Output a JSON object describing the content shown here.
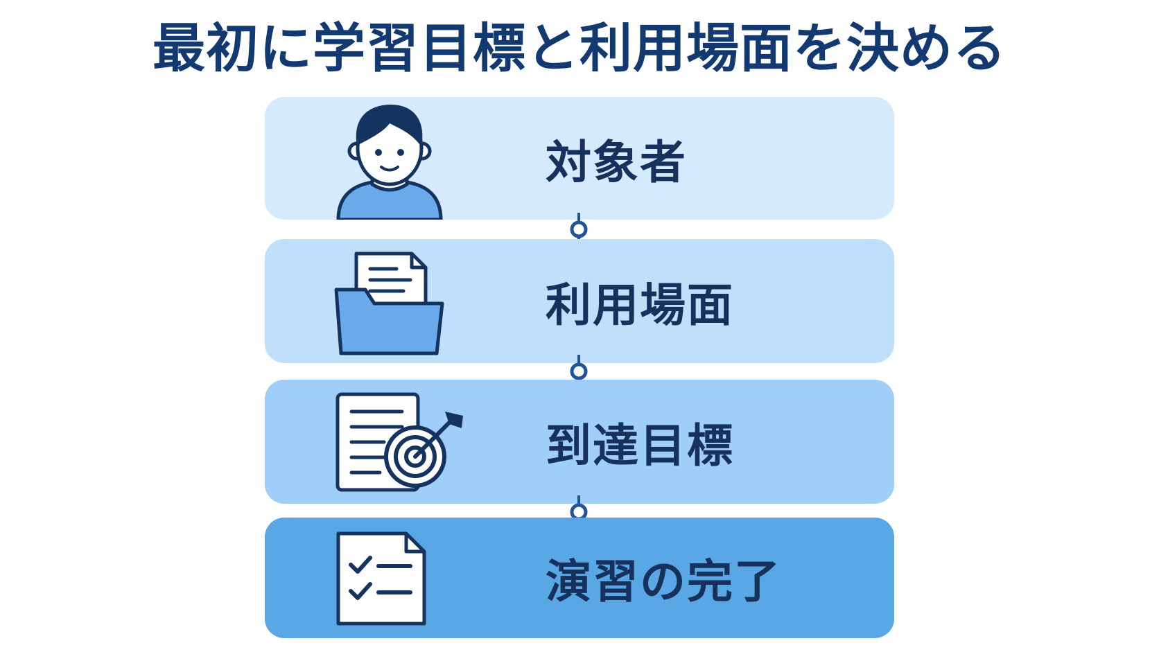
{
  "title": "最初に学習目標と利用場面を決める",
  "colors": {
    "title_text": "#133a70",
    "label_text": "#16325c",
    "outline": "#14335e",
    "icon_fill": "#6aaaea",
    "step_backgrounds": [
      "#d5eafc",
      "#bfdffb",
      "#9fcff8",
      "#5aa7e6"
    ]
  },
  "steps": [
    {
      "label": "対象者",
      "icon": "person-icon"
    },
    {
      "label": "利用場面",
      "icon": "folder-document-icon"
    },
    {
      "label": "到達目標",
      "icon": "document-target-icon"
    },
    {
      "label": "演習の完了",
      "icon": "checklist-icon"
    }
  ],
  "connector_icon": "connector-node-icon"
}
